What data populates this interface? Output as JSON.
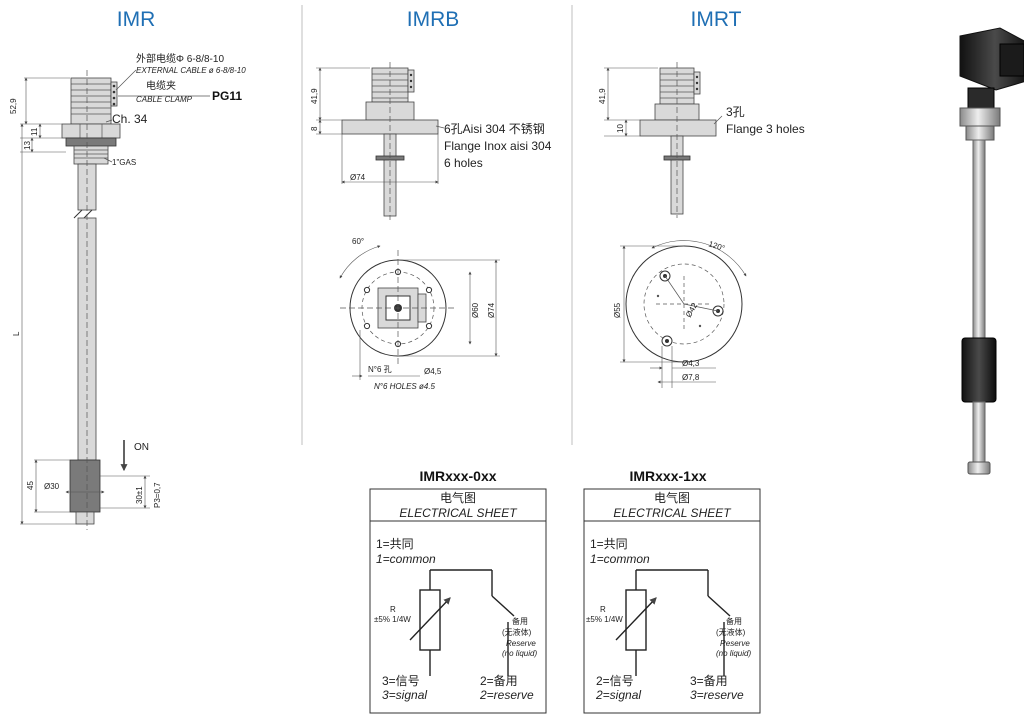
{
  "titles": {
    "imr": "IMR",
    "imrb": "IMRB",
    "imrt": "IMRT"
  },
  "imr": {
    "cable_cn": "外部电缆Φ 6-8/8-10",
    "cable_en": "EXTERNAL CABLE ø 6-8/8-10",
    "clamp_cn": "电缆夹",
    "clamp_en": "CABLE CLAMP",
    "pg": "PG11",
    "ch": "Ch. 34",
    "gas": "1\"GAS",
    "dim_52_9": "52,9",
    "dim_13": "13",
    "dim_11": "11",
    "dim_L": "L",
    "dim_45": "45",
    "dim_d30": "Ø30",
    "dim_30pm1": "30±1",
    "dim_p3": "P3=0,7",
    "on": "ON"
  },
  "imrb": {
    "dim_41_9": "41,9",
    "dim_8": "8",
    "flange_cn": "6孔Aisi 304 不锈钢",
    "flange_en1": "Flange Inox aisi 304",
    "flange_en2": "6 holes",
    "dim_d74_side": "Ø74",
    "angle": "60°",
    "dim_d60": "Ø60",
    "dim_d74_top": "Ø74",
    "holes_cn": "N°6 孔",
    "dim_d45": "Ø4,5",
    "holes_en": "N°6 HOLES ø4.5"
  },
  "imrt": {
    "dim_41_9": "41,9",
    "dim_10": "10",
    "holes_cn": "3孔",
    "holes_en": "Flange 3 holes",
    "angle": "120°",
    "dim_d55": "Ø55",
    "dim_d42": "Ø42",
    "dim_d43": "Ø4,3",
    "dim_d78": "Ø7,8"
  },
  "sheet0": {
    "title": "IMRxxx-0xx",
    "cn": "电气图",
    "en": "ELECTRICAL SHEET",
    "t1_cn": "1=共同",
    "t1_en": "1=common",
    "r_label": "R",
    "r_tol": "±5% 1/4W",
    "res_cn": "备用",
    "res_cn2": "(无液体)",
    "res_en": "Reserve",
    "res_en2": "(no liquid)",
    "t3_cn": "3=信号",
    "t3_en": "3=signal",
    "t2_cn": "2=备用",
    "t2_en": "2=reserve"
  },
  "sheet1": {
    "title": "IMRxxx-1xx",
    "cn": "电气图",
    "en": "ELECTRICAL SHEET",
    "t1_cn": "1=共同",
    "t1_en": "1=common",
    "r_label": "R",
    "r_tol": "±5% 1/4W",
    "res_cn": "备用",
    "res_cn2": "(无液体)",
    "res_en": "Reserve",
    "res_en2": "(no liquid)",
    "t2_cn": "2=信号",
    "t2_en": "2=signal",
    "t3_cn": "3=备用",
    "t3_en": "3=reserve"
  }
}
